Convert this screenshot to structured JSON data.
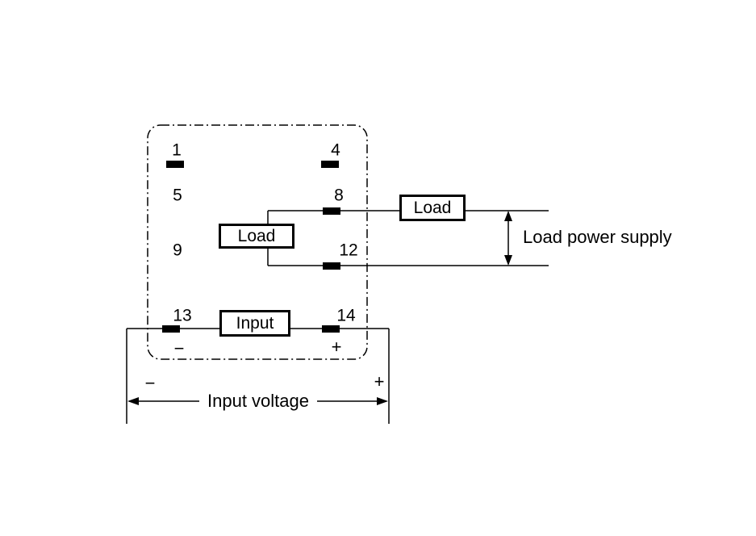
{
  "diagram": {
    "title_hint": "relay terminal wiring diagram",
    "pins": {
      "p1": "1",
      "p4": "4",
      "p5": "5",
      "p8": "8",
      "p9": "9",
      "p12": "12",
      "p13": "13",
      "p14": "14"
    },
    "boxes": {
      "inner_load": "Load",
      "outer_load": "Load",
      "input": "Input"
    },
    "labels": {
      "load_power_supply": "Load power supply",
      "input_voltage": "Input voltage",
      "minus_pin13": "−",
      "plus_pin14": "+",
      "minus_input": "−",
      "plus_input": "+"
    },
    "colors": {
      "line": "#000000",
      "background": "#ffffff"
    }
  }
}
